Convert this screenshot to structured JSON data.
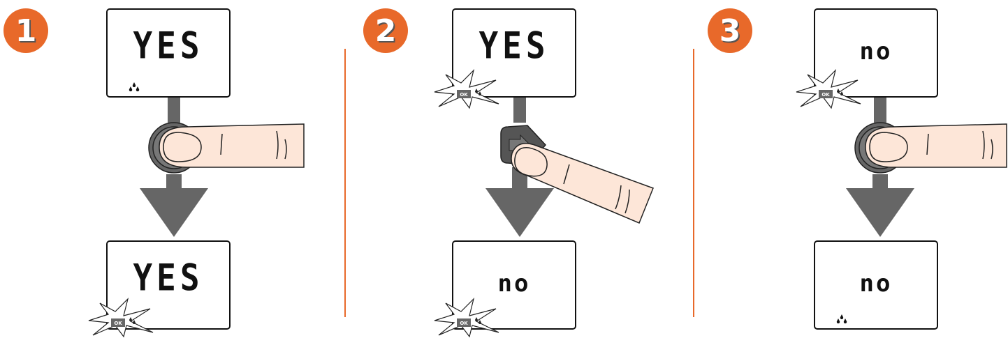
{
  "steps": [
    {
      "number": "1",
      "display_before": "YES",
      "display_after": "YES"
    },
    {
      "number": "2",
      "display_before": "YES",
      "display_after": "no"
    },
    {
      "number": "3",
      "display_before": "no",
      "display_after": "no"
    }
  ],
  "ok_label": "OK",
  "colors": {
    "accent": "#e8692a",
    "arrow": "#666666",
    "finger": "#fde6d8"
  },
  "icons": [
    "drop-icon",
    "ok-button-icon",
    "flash-icon",
    "round-button-icon",
    "arrow-button-icon",
    "finger-icon",
    "down-arrow-icon"
  ]
}
